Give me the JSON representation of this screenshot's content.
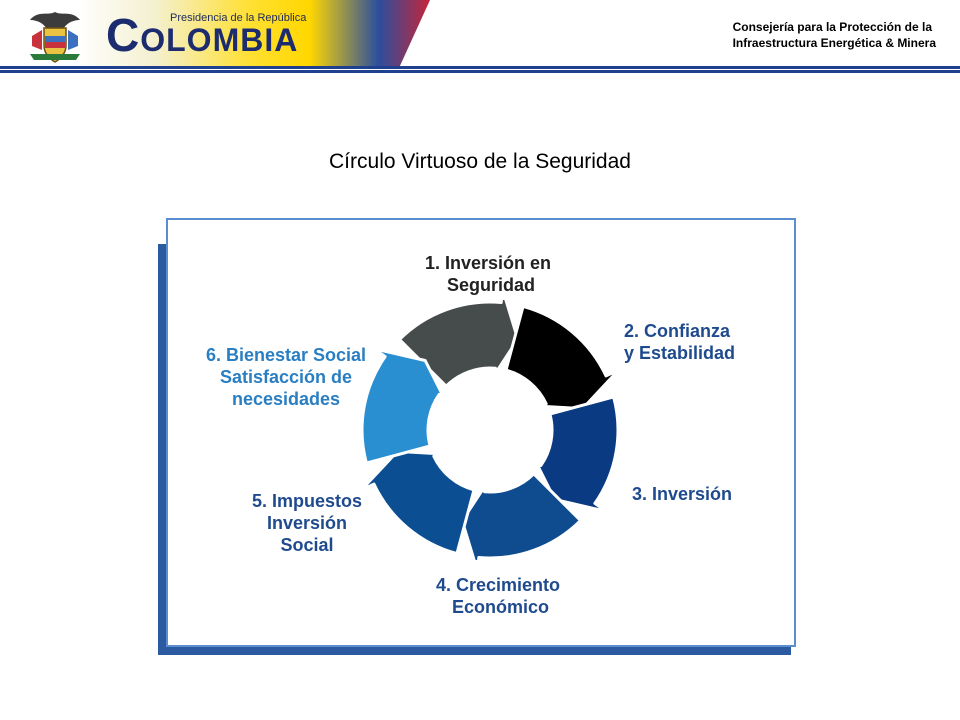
{
  "header": {
    "small_caption": "Presidencia de la República",
    "brand_first": "C",
    "brand_rest": "OLOMBIA",
    "org_line1": "Consejería para la Protección de la",
    "org_line2": "Infraestructura Energética & Minera"
  },
  "title": "Círculo Virtuoso de la Seguridad",
  "cycle": {
    "steps": [
      {
        "line1": "1. Inversión en",
        "line2": "Seguridad",
        "color": "#464b4b"
      },
      {
        "line1": "2. Confianza",
        "line2": "y Estabilidad",
        "color": "#000000"
      },
      {
        "line1": "3. Inversión",
        "line2": "",
        "color": "#0a3a82"
      },
      {
        "line1": "4. Crecimiento",
        "line2": "Económico",
        "color": "#0e4c8f"
      },
      {
        "line1": "5. Impuestos",
        "line2": "Inversión",
        "line3": "Social",
        "color": "#0b4f92"
      },
      {
        "line1": "6. Bienestar Social",
        "line2": "Satisfacción de",
        "line3": "necesidades",
        "color": "#2a8fd0"
      }
    ]
  },
  "colors": {
    "header_rule": "#1f3f8f",
    "frame_border": "#5b8ed0",
    "frame_shadow": "#2c5aa0",
    "label_blue": "#1f4b8e",
    "label_light_blue": "#2a7ec2"
  }
}
